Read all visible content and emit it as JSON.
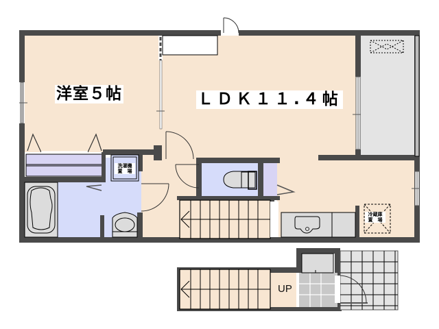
{
  "title": "Apartment floor plan (1LDK)",
  "colors": {
    "wall": "#4a4a4a",
    "floor_wood": "#f8e6d2",
    "wet_area": "#d6dcfa",
    "closet": "#d8d4f4",
    "balcony": "#e4e4e4",
    "fixture": "#dcdcdc",
    "line": "#000000"
  },
  "rooms": {
    "western_room": {
      "label": "洋室５帖",
      "type": "bedroom",
      "size_jo": 5
    },
    "ldk": {
      "label": "ＬＤＫ１１.４帖",
      "type": "living-dining-kitchen",
      "size_jo": 11.4
    }
  },
  "fixtures": {
    "washer_space": {
      "label": "洗濯機\n置　場"
    },
    "fridge_space": {
      "label": "冷蔵庫\n置　場"
    },
    "stairs_up": {
      "label": "UP"
    }
  },
  "areas": [
    "western_room",
    "ldk",
    "closet",
    "bathroom",
    "washroom",
    "toilet",
    "storage",
    "stairs",
    "kitchen",
    "balcony",
    "entrance",
    "exterior_stairs",
    "porch"
  ]
}
